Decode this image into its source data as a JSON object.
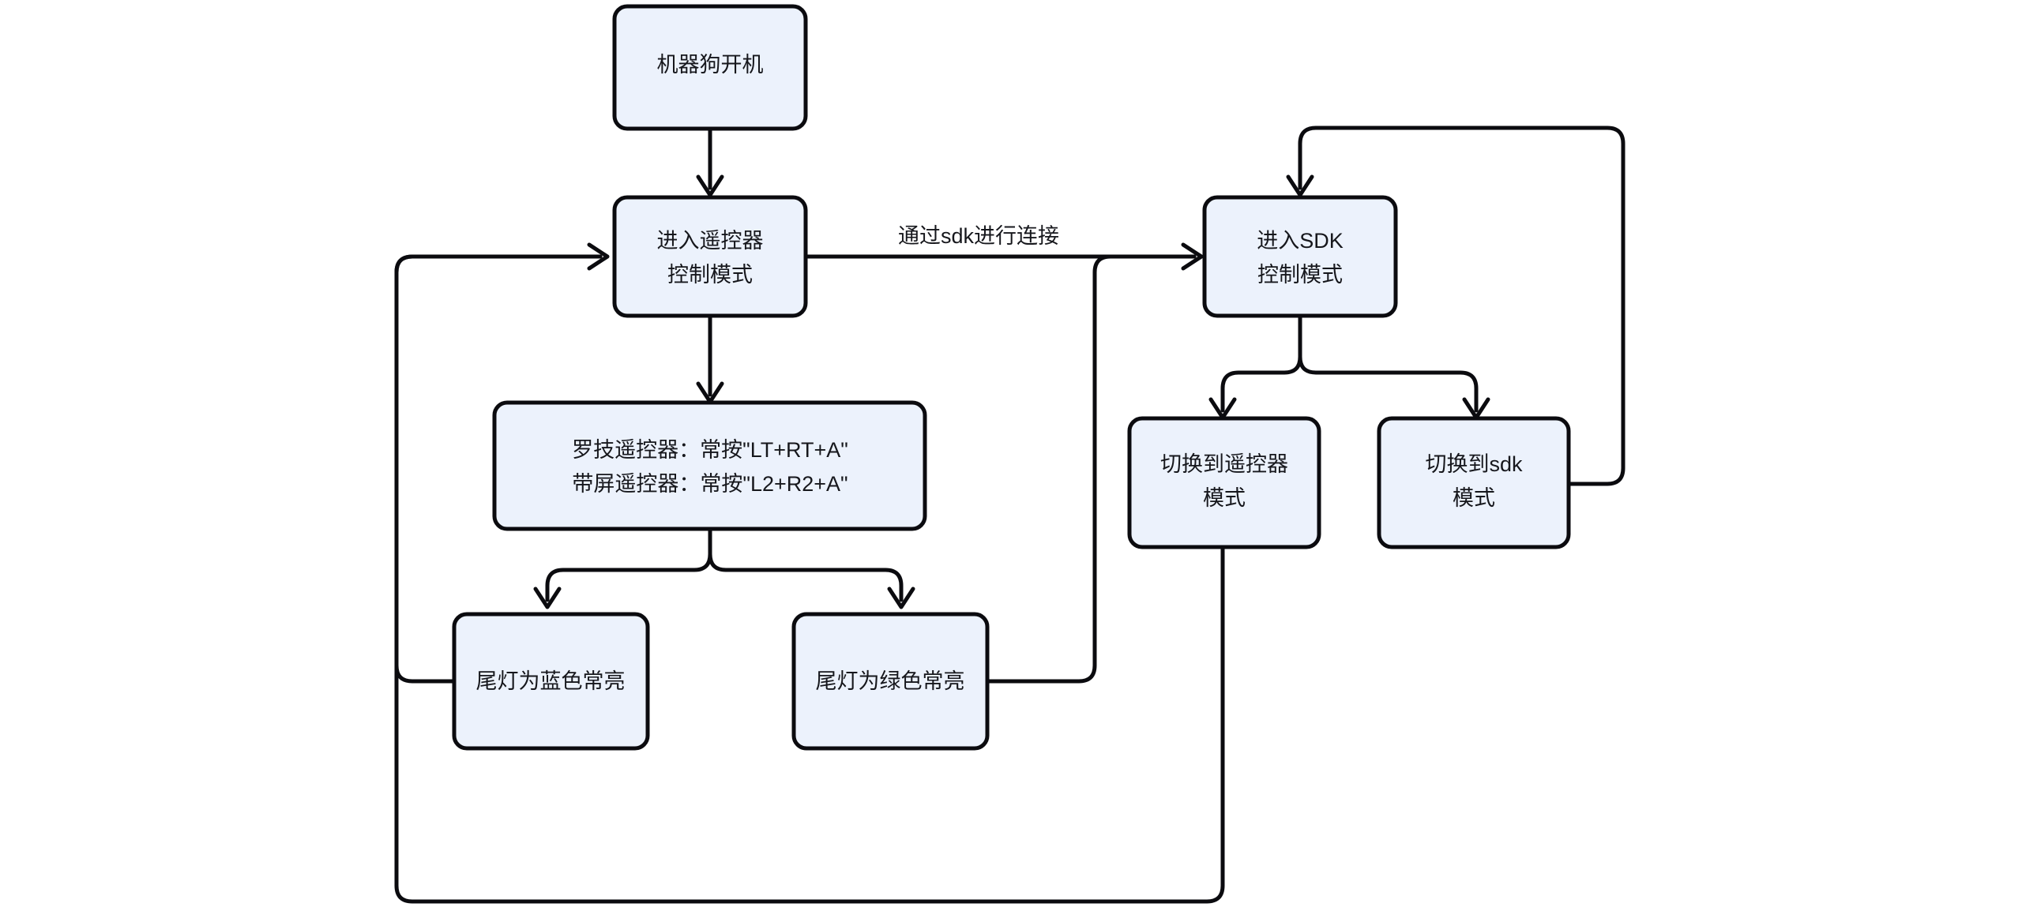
{
  "diagram": {
    "type": "flowchart",
    "title": "",
    "direction": "top-down",
    "colors": {
      "node_fill": "#ECF2FC",
      "node_stroke": "#0b0b0f",
      "edge_stroke": "#0b0b0f",
      "text": "#16171c",
      "background": "#ffffff"
    },
    "nodes": [
      {
        "id": "n_boot",
        "label": "机器狗开机"
      },
      {
        "id": "n_rc_mode",
        "label_line1": "进入遥控器",
        "label_line2": "控制模式"
      },
      {
        "id": "n_sdk_mode",
        "label_line1": "进入SDK",
        "label_line2": "控制模式"
      },
      {
        "id": "n_combo",
        "label_line1": "罗技遥控器：常按\"LT+RT+A\"",
        "label_line2": "带屏遥控器：常按\"L2+R2+A\""
      },
      {
        "id": "n_led_blue",
        "label": "尾灯为蓝色常亮"
      },
      {
        "id": "n_led_green",
        "label": "尾灯为绿色常亮"
      },
      {
        "id": "n_to_rc",
        "label_line1": "切换到遥控器",
        "label_line2": "模式"
      },
      {
        "id": "n_to_sdk",
        "label_line1": "切换到sdk",
        "label_line2": "模式"
      }
    ],
    "edges": [
      {
        "from": "n_boot",
        "to": "n_rc_mode",
        "label": ""
      },
      {
        "from": "n_rc_mode",
        "to": "n_sdk_mode",
        "label": "通过sdk进行连接"
      },
      {
        "from": "n_rc_mode",
        "to": "n_combo",
        "label": ""
      },
      {
        "from": "n_combo",
        "to": "n_led_blue",
        "label": ""
      },
      {
        "from": "n_combo",
        "to": "n_led_green",
        "label": ""
      },
      {
        "from": "n_led_blue",
        "to": "n_rc_mode",
        "label": ""
      },
      {
        "from": "n_led_green",
        "to": "n_sdk_mode",
        "label": ""
      },
      {
        "from": "n_sdk_mode",
        "to": "n_to_rc",
        "label": ""
      },
      {
        "from": "n_sdk_mode",
        "to": "n_to_sdk",
        "label": ""
      },
      {
        "from": "n_to_rc",
        "to": "n_rc_mode",
        "label": ""
      },
      {
        "from": "n_to_sdk",
        "to": "n_sdk_mode",
        "label": ""
      }
    ]
  }
}
